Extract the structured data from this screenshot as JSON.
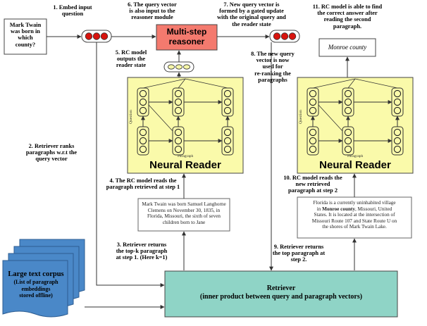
{
  "input_question": [
    "Mark Twain",
    "was born in",
    "which",
    "county?"
  ],
  "steps": {
    "s1": [
      "1. Embed input",
      "question"
    ],
    "s2": [
      "2. Retriever ranks",
      "paragraphs w.r.t the",
      "query vector"
    ],
    "s3": [
      "3. Retriever returns",
      "the top-k paragraph",
      "at step 1. (Here k=1)"
    ],
    "s4": [
      "4. The RC model reads the",
      "paragraph retrieved at step 1"
    ],
    "s5": [
      "5. RC model",
      "outputs the",
      "reader state"
    ],
    "s6": [
      "6. The query vector",
      "is also input to the",
      "reasoner module"
    ],
    "s7": [
      "7. New query vector is",
      "formed by a gated update",
      "with the original query and",
      "the reader state"
    ],
    "s8": [
      "8. The new query",
      "vector is now",
      "used for",
      "re-ranking the",
      "paragraphs"
    ],
    "s9": [
      "9. Retriever returns",
      "the top paragraph at",
      "step 2."
    ],
    "s10": [
      "10. RC model reads the",
      "new retrieved",
      "paragraph at step 2"
    ],
    "s11": [
      "11. RC model is able to find",
      "the correct answer after",
      "reading the second",
      "paragraph."
    ]
  },
  "reasoner_label": [
    "Multi-step",
    "reasoner"
  ],
  "reader_title": "Neural Reader",
  "reader_axis": {
    "question": "Question",
    "paragraph": "Paragraph"
  },
  "passage1": [
    "Mark Twain was born Samuel Langhorne",
    "Clemens on November 30, 1835, in",
    "Florida, Missouri, the sixth of seven",
    "children born to Jane"
  ],
  "passage2": [
    "Florida is a currently uninhabited village",
    "in Monroe county, Missouri, United",
    "States.  It is located at the intersection of",
    "Missouri Route 107 and State Route U on",
    "the shores of Mark Twain Lake."
  ],
  "answer": "Monroe county",
  "retriever": [
    "Retriever",
    "(inner product between query and paragraph vectors)"
  ],
  "corpus": [
    "Large text corpus",
    "(List of paragraph",
    "embeddings",
    "stored offline)"
  ],
  "colors": {
    "reasoner_fill": "#f47a6e",
    "reader_fill": "#fafaaa",
    "retriever_fill": "#8fd4c6",
    "doc_fill": "#4a88c8",
    "vec_fill": "#d8140e"
  }
}
